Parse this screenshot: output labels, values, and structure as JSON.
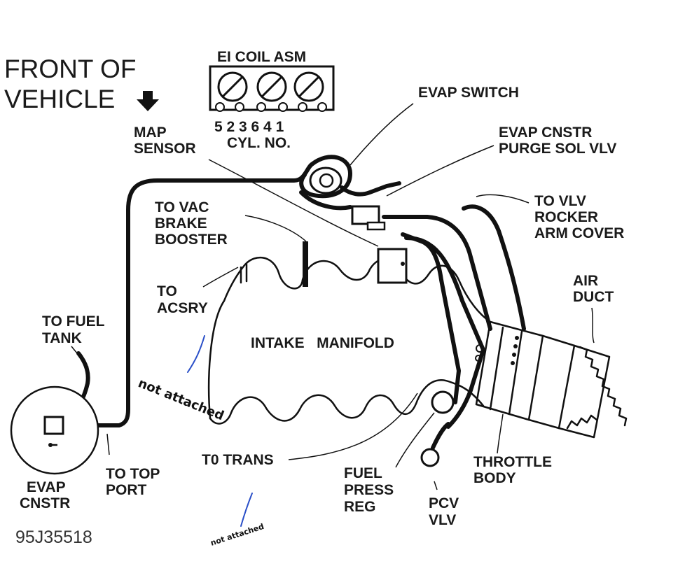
{
  "front_of_vehicle": [
    "FRONT OF",
    "VEHICLE"
  ],
  "coil": {
    "title": "EI COIL ASM",
    "numbers": "5 2 3 6 4 1",
    "cyl_label": "CYL.  NO."
  },
  "labels": {
    "evap_switch": "EVAP SWITCH",
    "evap_cnstr_purge": [
      "EVAP CNSTR",
      "PURGE SOL VLV"
    ],
    "map_sensor": [
      "MAP",
      "SENSOR"
    ],
    "to_vlv_rocker": [
      "TO VLV",
      "ROCKER",
      "ARM COVER"
    ],
    "to_vac_brake": [
      "TO VAC",
      "BRAKE",
      "BOOSTER"
    ],
    "air_duct": [
      "AIR",
      "DUCT"
    ],
    "to_acsry": [
      "TO",
      "ACSRY"
    ],
    "intake_manifold": "INTAKE   MANIFOLD",
    "to_fuel_tank": [
      "TO FUEL",
      "TANK"
    ],
    "to_top_port": [
      "TO TOP",
      "PORT"
    ],
    "evap_cnstr": [
      "EVAP",
      "CNSTR"
    ],
    "to_trans": "T0 TRANS",
    "fuel_press_reg": [
      "FUEL",
      "PRESS",
      "REG"
    ],
    "pcv_vlv": [
      "PCV",
      "VLV"
    ],
    "throttle_body": [
      "THROTTLE",
      "BODY"
    ],
    "figure_code": "95J35518"
  },
  "annotations": {
    "note_1": "not attached",
    "note_2": "not attached",
    "ink_color": "#2a4fc8"
  },
  "icons": [
    "down-arrow-icon"
  ]
}
